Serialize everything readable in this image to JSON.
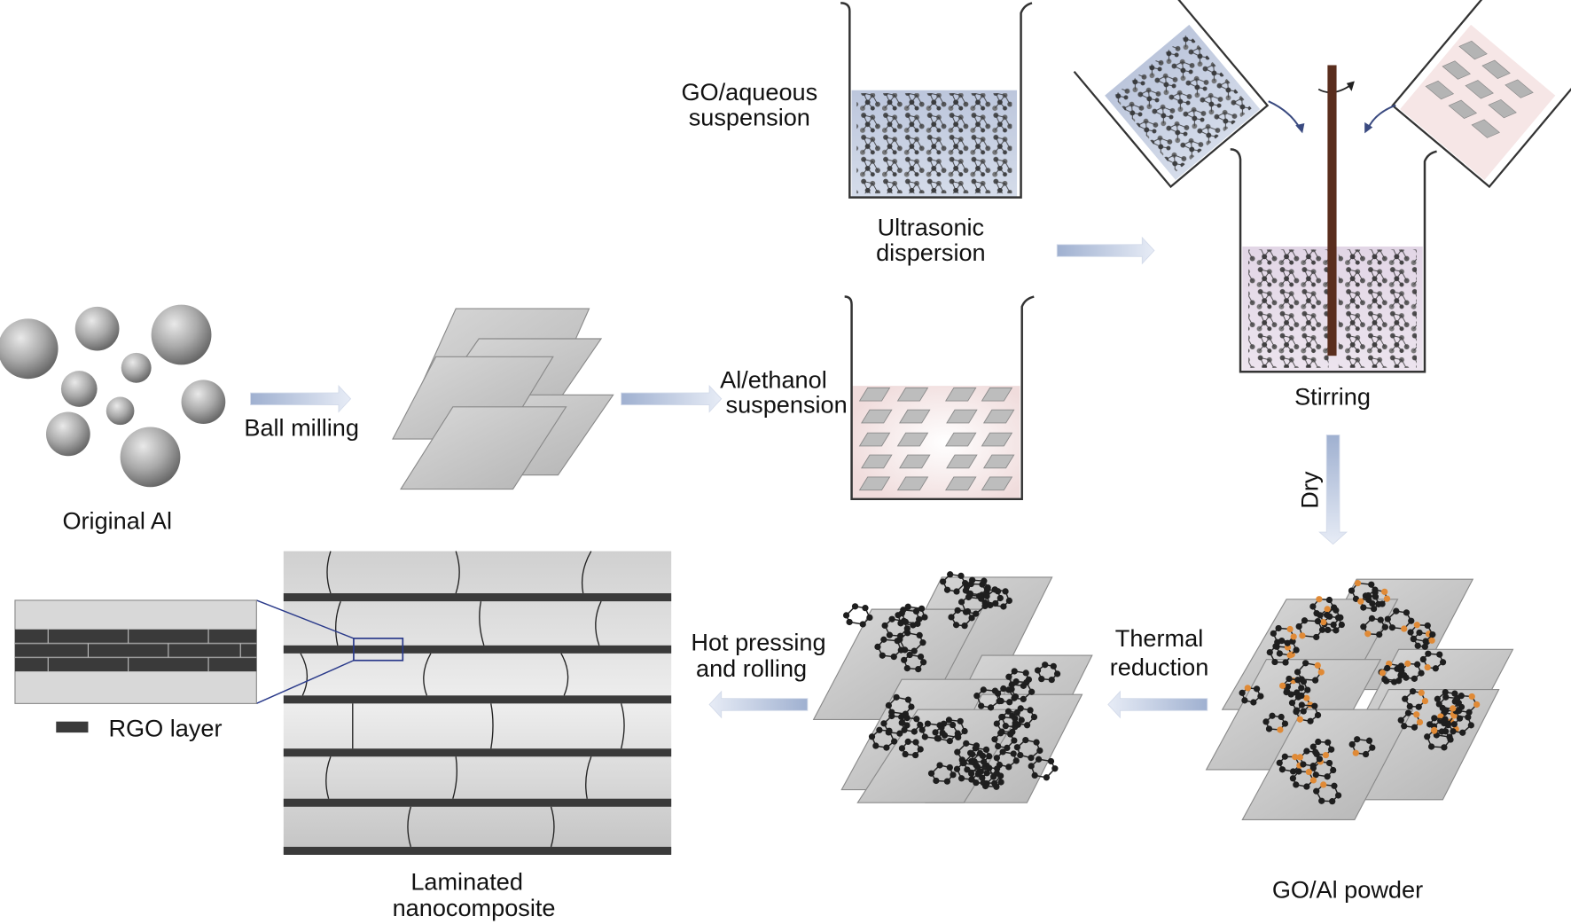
{
  "labels": {
    "original_al": "Original Al",
    "ball_milling": "Ball milling",
    "go_suspension_line1": "GO/aqueous",
    "go_suspension_line2": "suspension",
    "ultrasonic_line1": "Ultrasonic",
    "ultrasonic_line2": "dispersion",
    "al_ethanol_line1": "Al/ethanol",
    "al_ethanol_line2": "suspension",
    "stirring": "Stirring",
    "dry": "Dry",
    "go_al_powder": "GO/Al powder",
    "thermal_line1": "Thermal",
    "thermal_line2": "reduction",
    "hot_pressing_line1": "Hot pressing",
    "hot_pressing_line2": "and rolling",
    "laminated_line1": "Laminated",
    "laminated_line2": "nanocomposite",
    "rgo_layer": "RGO layer"
  },
  "colors": {
    "sphere_light": "#e4e4e4",
    "sphere_dark": "#6e6e6e",
    "sheet": "#c9c9c9",
    "go_solution": "#c2cce0",
    "ethanol_solution": "#f4e2e2",
    "mixed_solution": "#e6dcea",
    "rod": "#5a2e1e",
    "rgo_band": "#3a3a3a",
    "arrow": "#a7b6d4",
    "oxygen_atom": "#e08a36",
    "carbon_atom": "#1e1e1e"
  }
}
